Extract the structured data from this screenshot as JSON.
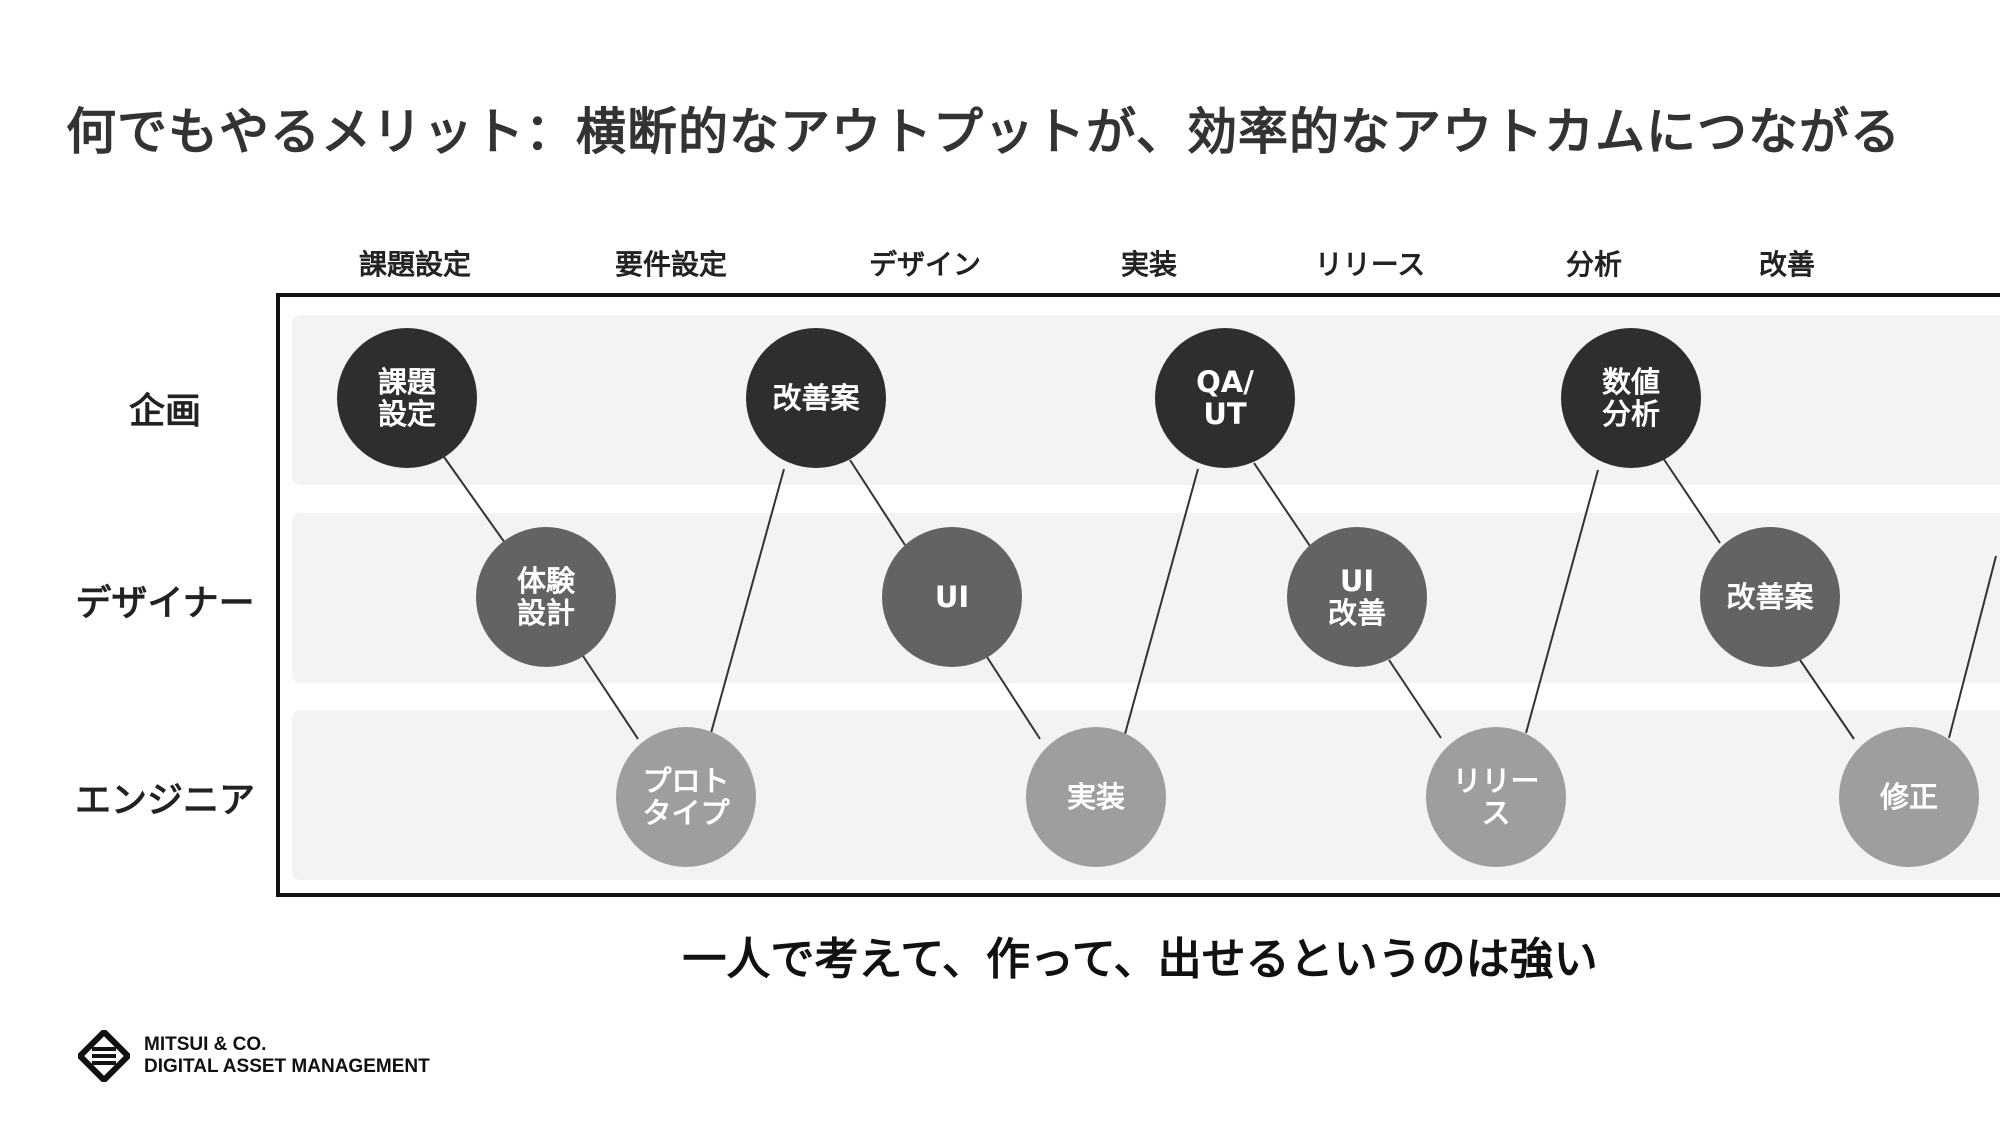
{
  "title": "何でもやるメリット：横断的なアウトプットが、効率的なアウトカムにつながる",
  "phases": [
    "課題設定",
    "要件設定",
    "デザイン",
    "実装",
    "リリース",
    "分析",
    "改善"
  ],
  "roles": [
    "企画",
    "デザイナー",
    "エンジニア"
  ],
  "nodes": [
    {
      "label": "課題\n設定",
      "role": "企画"
    },
    {
      "label": "体験\n設計",
      "role": "デザイナー"
    },
    {
      "label": "プロト\nタイプ",
      "role": "エンジニア"
    },
    {
      "label": "改善案",
      "role": "企画"
    },
    {
      "label": "UI",
      "role": "デザイナー"
    },
    {
      "label": "実装",
      "role": "エンジニア"
    },
    {
      "label": "QA/\nUT",
      "role": "企画"
    },
    {
      "label": "UI\n改善",
      "role": "デザイナー"
    },
    {
      "label": "リリー\nス",
      "role": "エンジニア"
    },
    {
      "label": "数値\n分析",
      "role": "企画"
    },
    {
      "label": "改善案",
      "role": "デザイナー"
    },
    {
      "label": "修正",
      "role": "エンジニア"
    }
  ],
  "tagline": "一人で考えて、作って、出せるというのは強い",
  "logo": {
    "line1": "MITSUI & CO.",
    "line2": "DIGITAL ASSET MANAGEMENT",
    "icon": "mitsui-logo-icon"
  },
  "colors": {
    "planning": "#2e2e2e",
    "designer": "#636363",
    "engineer": "#9e9e9e",
    "lane": "#f3f3f3"
  }
}
